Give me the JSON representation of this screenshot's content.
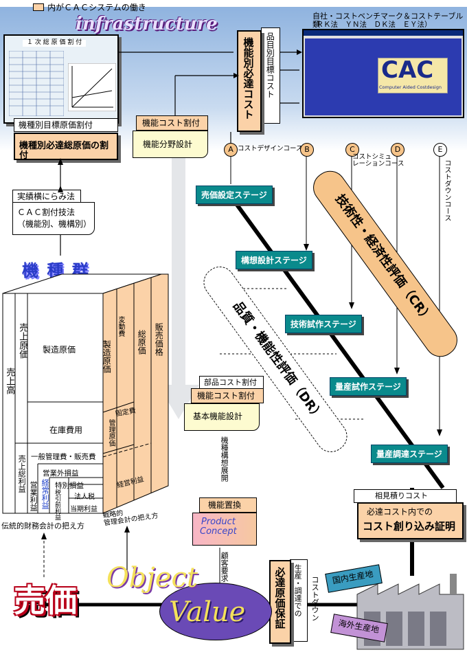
{
  "header": {
    "legend_text": "内がＣＡＣシステムの働き",
    "title": "infrastructure"
  },
  "left_panel": {
    "sheet_title": "１ 次 総 原 価 割 付",
    "sub_label": "機種別目標原価割付",
    "main_label": "機種別必達総原価の割付",
    "method_label": "実績横にらみ法",
    "cac_method": "ＣＡＣ割付技法\n（機能別、機構別）",
    "group_title": "機 種 群"
  },
  "cost_block": {
    "uriage_daka": "売上高",
    "uriage_genka": "売上原価",
    "seizo_genka_h": "製造原価",
    "zaiko_hiyo": "在庫費用",
    "ippan_kanrihi": "一般管理費・販売費",
    "uriage_sourieki": "売上総利益",
    "eigai_soneki": "営業外損益",
    "tokubetsu_soneki": "特別損益",
    "eigyo_rieki": "営業利益",
    "keijo_rieki": "経常利益",
    "zeibiki_rieki": "税引前利益",
    "hojinzei": "法人税",
    "toki_rieki": "当期利益",
    "seizo_genka_v": "製造原価",
    "hendohi": "変動費",
    "koteihi": "固定費",
    "kanri_genka": "管理原価",
    "keiei_rieki": "経営利益",
    "sogenka": "総原価",
    "hanbai_kakaku": "販売価格",
    "traditional": "伝統的財務会計の把え方",
    "strategic": "戦略的\n管理会計の把え方"
  },
  "top_center": {
    "hinmoku": "品目別目標コスト",
    "kinobetsu": "機能別必達コスト",
    "kino_cost": "機能コスト割付",
    "kino_bunya": "機能分野設計"
  },
  "cac_window": {
    "caption": "自社・コストベンチマーク＆コストテーブル類",
    "caption2": "（ＲＫ法　ＹＮ法　ＤＫ法　ＥＹ法）",
    "logo": "CAC",
    "logo_sub": "Computer Aided Costdesign"
  },
  "courses": {
    "a": "A",
    "a_label": "コストデザインコース",
    "b": "B",
    "c": "C",
    "c_label": "コストシミュ\nレーションコース",
    "d": "D",
    "e": "E",
    "e_label": "コストダウンコース"
  },
  "stages": {
    "s1": "売価設定ステージ",
    "s2": "構想設計ステージ",
    "s3": "技術試作ステージ",
    "s4": "量産試作ステージ",
    "s5": "量産調達ステージ"
  },
  "evaluations": {
    "cr": "技術性・経済性評価（CR）",
    "dr": "品質・機能性評価（DR）"
  },
  "middle": {
    "buhin": "部品コスト割付",
    "kino_cost2": "機能コスト割付",
    "kihon": "基本機能設計",
    "kiko_tenkai": "機種構想展開",
    "kino_chikan": "機能置換",
    "product_concept": "Product\nConcept",
    "kokyaku": "顧客要求"
  },
  "right_bottom": {
    "aimitsumori": "相見積りコスト",
    "shomei1": "必達コスト内での",
    "shomei2": "コスト創り込み証明",
    "seisan": "生産・調達での",
    "hittatsu": "必達原価保証",
    "costdown": "コストダウン",
    "kokunai": "国内生産地",
    "kaigai": "海外生産地"
  },
  "bottom": {
    "baika": "売価",
    "object": "Object",
    "value": "Value"
  },
  "colors": {
    "teal": "#0a8a8c",
    "peach": "#fbd2a8",
    "tan": "#f6c48a",
    "sky": "#9fc0e6",
    "red": "#b8001a"
  }
}
